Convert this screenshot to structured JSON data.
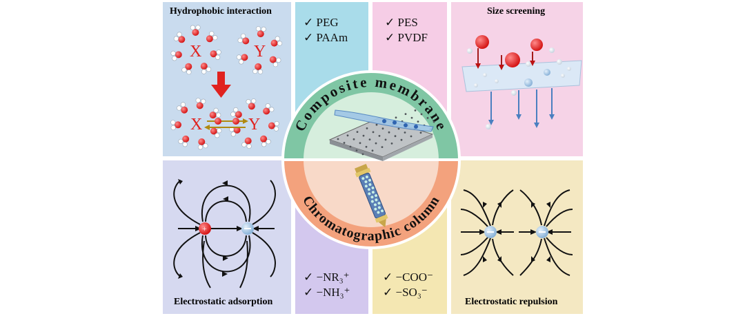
{
  "panels": {
    "hydrophobic": {
      "title": "Hydrophobic interaction",
      "letter_x": "X",
      "letter_y": "Y"
    },
    "size_screening": {
      "title": "Size screening"
    },
    "electrostatic_adsorption": {
      "title": "Electrostatic adsorption"
    },
    "electrostatic_repulsion": {
      "title": "Electrostatic repulsion"
    }
  },
  "membrane_materials": {
    "left": [
      "✓ PEG",
      "✓ PAAm"
    ],
    "right": [
      "✓ PES",
      "✓ PVDF"
    ]
  },
  "column_groups": {
    "left": [
      "✓ −NR₃⁺",
      "✓ −NH₃⁺"
    ],
    "right": [
      "✓ −COO⁻",
      "✓ −SO₃⁻"
    ]
  },
  "center": {
    "top_label": "Composite membrane",
    "bottom_label": "Chromatographic column"
  },
  "colors": {
    "hydrophobic_bg": "#c9dbee",
    "peg_bg": "#a9dcea",
    "pes_bg": "#f6cde6",
    "size_bg": "#f6d3e7",
    "adsorption_bg": "#d6d9f0",
    "nr3_bg": "#d3c8ee",
    "coo_bg": "#f4e7b2",
    "repulsion_bg": "#f4e8c2",
    "membrane_ring": "#7fc6a4",
    "column_ring": "#f3a27d",
    "red": "#e0221f",
    "blue": "#7aa6d2"
  }
}
